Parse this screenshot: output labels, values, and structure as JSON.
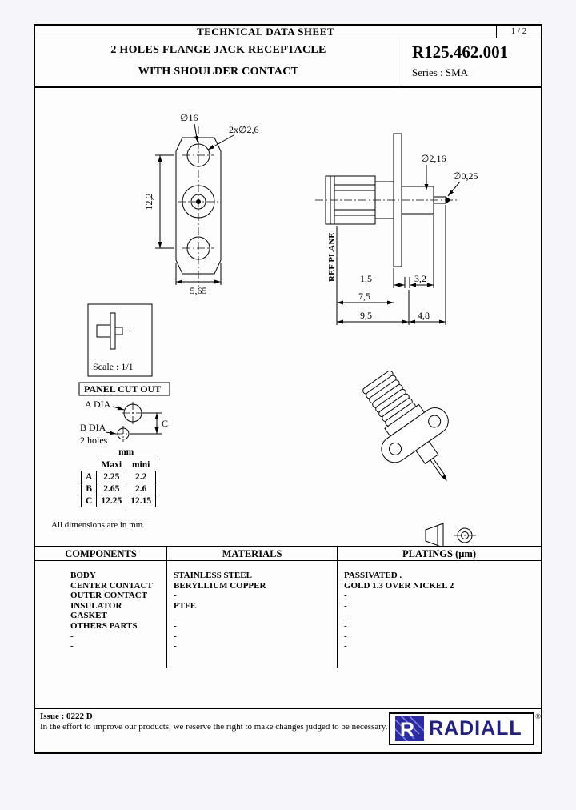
{
  "header": {
    "title": "TECHNICAL DATA SHEET",
    "page": "1 / 2"
  },
  "title_block": {
    "line1": "2 HOLES FLANGE JACK RECEPTACLE",
    "line2": "WITH SHOULDER CONTACT",
    "part_number": "R125.462.001",
    "series": "Series : SMA"
  },
  "drawing": {
    "front": {
      "d16": "∅16",
      "d26": "2x∅2,6",
      "h122": "12,2",
      "w565": "5,65"
    },
    "side": {
      "ref": "REF PLANE",
      "d216": "∅2,16",
      "d025": "∅0,25",
      "d15": "1,5",
      "d32": "3,2",
      "d75": "7,5",
      "d95": "9,5",
      "d48": "4,8"
    },
    "scale": "Scale : 1/1",
    "panel": {
      "title": "PANEL CUT OUT",
      "a": "A DIA",
      "b": "B DIA",
      "b2": "2 holes",
      "c": "C"
    },
    "dim_table": {
      "unit": "mm",
      "maxi": "Maxi",
      "mini": "mini",
      "rows": [
        [
          "A",
          "2.25",
          "2.2"
        ],
        [
          "B",
          "2.65",
          "2.6"
        ],
        [
          "C",
          "12.25",
          "12.15"
        ]
      ]
    },
    "note": "All dimensions are in mm."
  },
  "spec": {
    "headers": [
      "COMPONENTS",
      "MATERIALS",
      "PLATINGS (µm)"
    ],
    "components": [
      "BODY",
      "CENTER CONTACT",
      "OUTER CONTACT",
      "INSULATOR",
      "GASKET",
      "OTHERS PARTS",
      "-",
      "-"
    ],
    "materials": [
      "STAINLESS STEEL",
      "BERYLLIUM COPPER",
      "-",
      "PTFE",
      "-",
      "-",
      "-",
      "-"
    ],
    "platings": [
      "PASSIVATED .",
      "GOLD 1.3 OVER NICKEL 2",
      "-",
      "-",
      "-",
      "-",
      "-",
      "-"
    ]
  },
  "footer": {
    "issue": "Issue : 0222 D",
    "disclaimer": "In the effort to improve our products, we reserve the right to make changes judged to be necessary.",
    "brand": "RADIALL",
    "registered": "®"
  }
}
